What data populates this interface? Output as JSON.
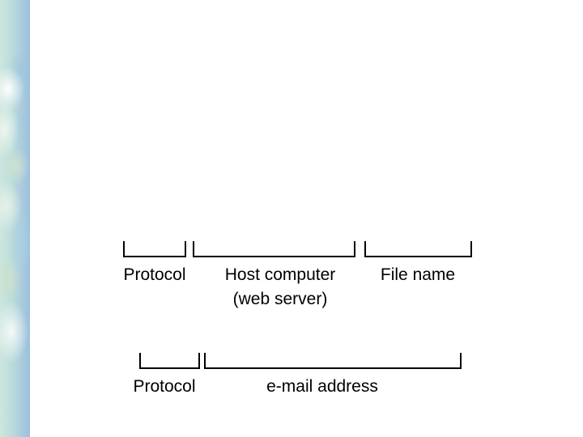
{
  "slide": {
    "background_color": "#ffffff",
    "line_color": "#000000",
    "text_color": "#000000",
    "side_strip_colors": [
      "#cde6de",
      "#bcdcda",
      "#a9cade",
      "#9cc0dc"
    ]
  },
  "url_diagram": {
    "protocol_label": "Protocol",
    "host_label": "Host computer\n(web server)",
    "file_label": "File name"
  },
  "email_diagram": {
    "protocol_label": "Protocol",
    "address_label": "e-mail address"
  }
}
